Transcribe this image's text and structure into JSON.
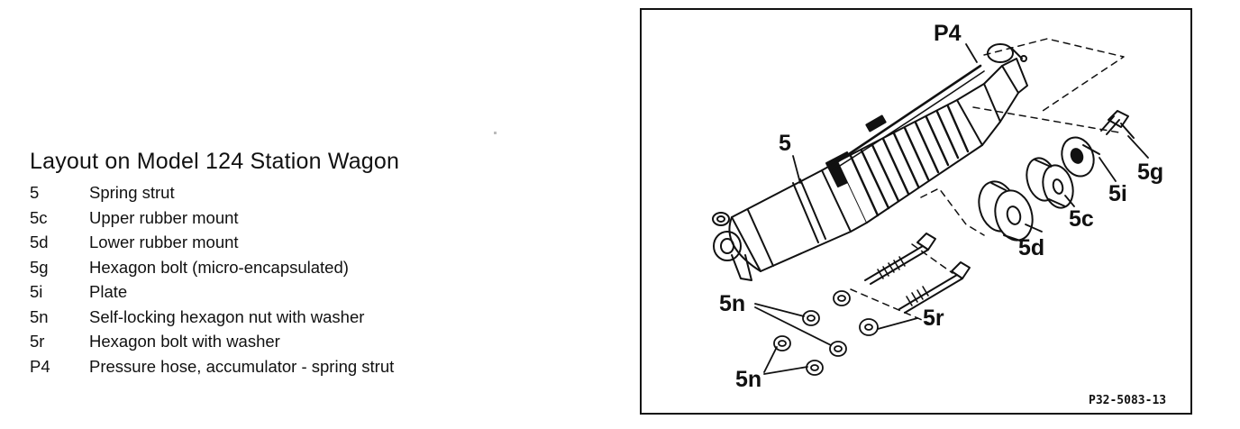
{
  "legend": {
    "title": "Layout on Model 124 Station Wagon",
    "items": [
      {
        "code": "5",
        "desc": "Spring strut"
      },
      {
        "code": "5c",
        "desc": "Upper rubber mount"
      },
      {
        "code": "5d",
        "desc": "Lower rubber mount"
      },
      {
        "code": "5g",
        "desc": "Hexagon bolt (micro-encapsulated)"
      },
      {
        "code": "5i",
        "desc": "Plate"
      },
      {
        "code": "5n",
        "desc": "Self-locking hexagon nut with washer"
      },
      {
        "code": "5r",
        "desc": "Hexagon bolt with washer"
      },
      {
        "code": "P4",
        "desc": "Pressure hose, accumulator - spring strut"
      }
    ]
  },
  "figure": {
    "callouts": {
      "p4": "P4",
      "s5": "5",
      "s5g": "5g",
      "s5i": "5i",
      "s5c": "5c",
      "s5d": "5d",
      "s5n_top": "5n",
      "s5r": "5r",
      "s5n_bottom": "5n"
    },
    "figure_id": "P32-5083-13"
  }
}
